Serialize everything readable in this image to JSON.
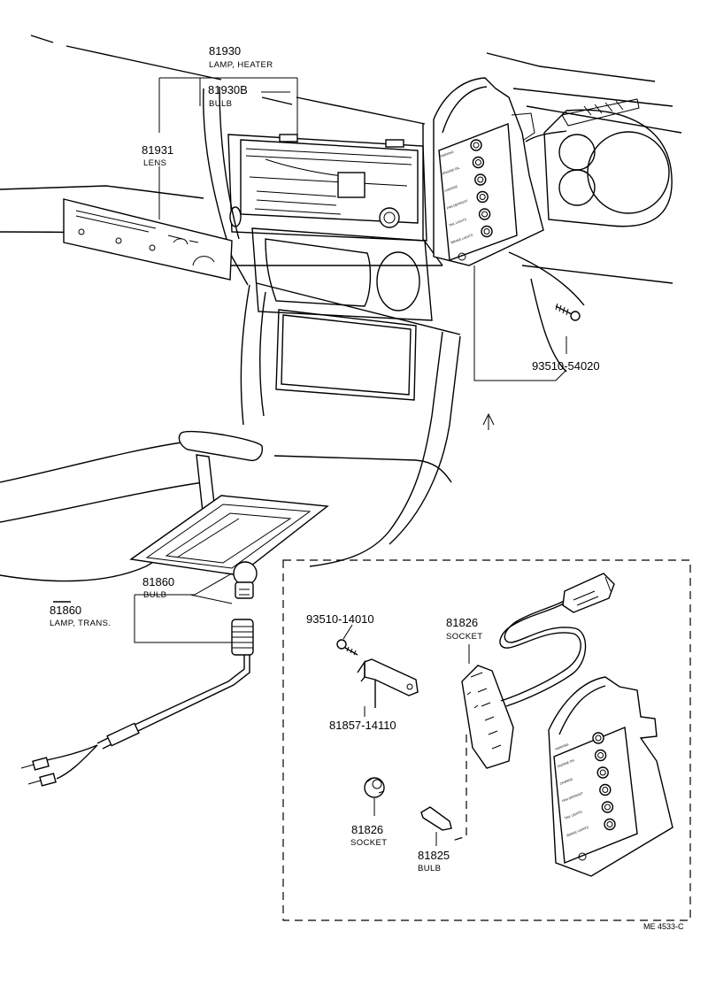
{
  "callouts": {
    "lamp_heater": {
      "number": "81930",
      "description": "LAMP, HEATER"
    },
    "heater_bulb": {
      "number": "81930B",
      "description": "BULB"
    },
    "lens": {
      "number": "81931",
      "description": "LENS"
    },
    "screw_upper": {
      "number": "93510-54020"
    },
    "trans_bulb": {
      "number": "81860",
      "description": "BULB"
    },
    "lamp_trans": {
      "number": "81860",
      "description": "LAMP, TRANS."
    },
    "screw_lower": {
      "number": "93510-14010"
    },
    "bracket": {
      "number": "81857-14110"
    },
    "socket_panel": {
      "number": "81826",
      "description": "SOCKET"
    },
    "socket_single": {
      "number": "81826",
      "description": "SOCKET"
    },
    "indicator_bulb": {
      "number": "81825",
      "description": "BULB"
    }
  },
  "drawing_code": "ME 4533-C",
  "indicator_labels": [
    "PARKING",
    "ENGINE OIL",
    "CHARGE",
    "FAN DEFROST",
    "TAIL LIGHTS",
    "BRAKE LIGHTS"
  ]
}
